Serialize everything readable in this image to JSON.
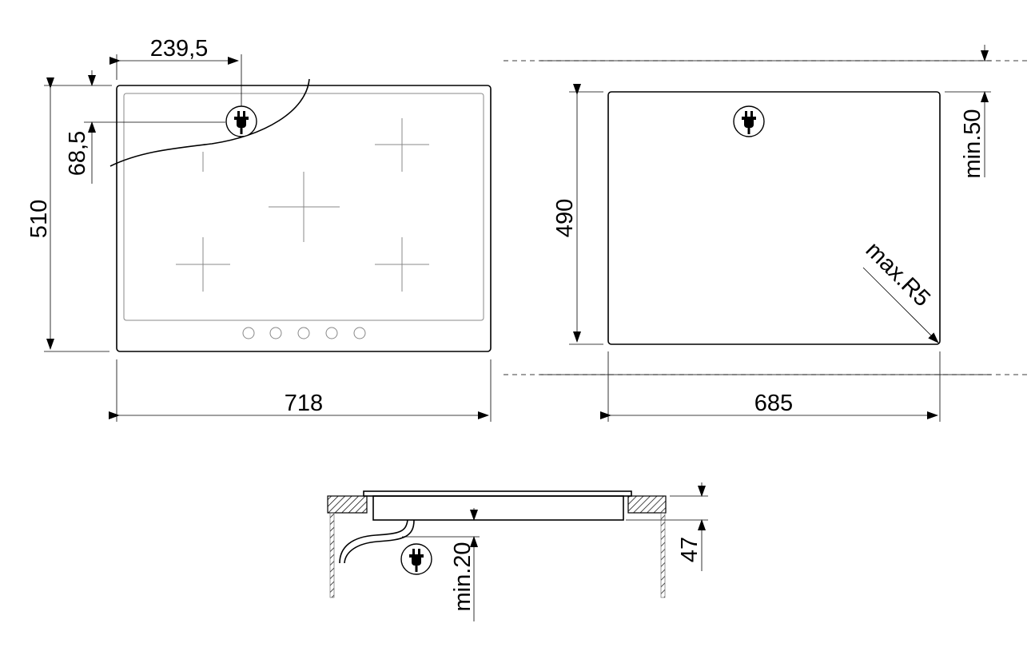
{
  "colors": {
    "line": "#000000",
    "guide": "#888888",
    "background": "#ffffff"
  },
  "top_view": {
    "dim_plug_x": "239,5",
    "dim_plug_y": "68,5",
    "dim_depth": "510",
    "dim_width": "718",
    "knob_count": 5,
    "icon": "power-plug-icon"
  },
  "cutout_view": {
    "dim_depth": "490",
    "dim_width": "685",
    "dim_clearance": "min.50",
    "dim_radius": "max.R5",
    "icon": "power-plug-icon"
  },
  "side_view": {
    "dim_clearance": "min.20",
    "dim_height": "47",
    "icon": "power-plug-icon"
  }
}
